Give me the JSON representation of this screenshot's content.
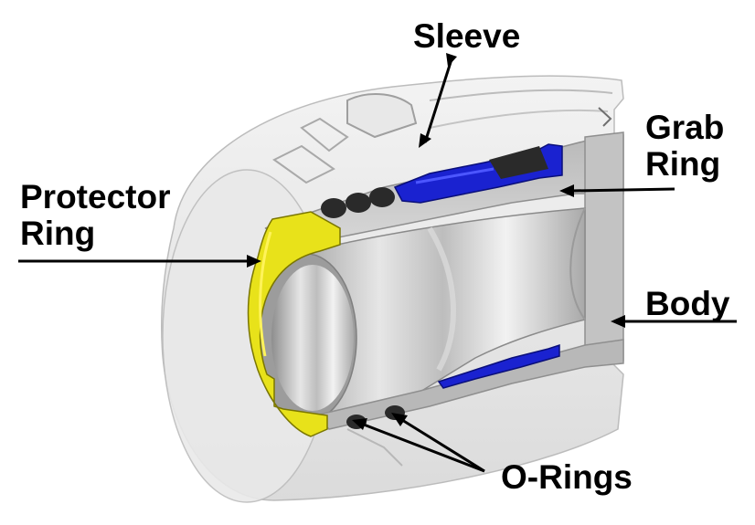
{
  "labels": {
    "sleeve": "Sleeve",
    "grab_ring": [
      "Grab",
      "Ring"
    ],
    "protector_ring": [
      "Protector",
      "Ring"
    ],
    "body": "Body",
    "o_rings": "O-Rings"
  },
  "colors": {
    "protector_ring": "#e8e21a",
    "grab_ring": "#1a22d0",
    "o_ring": "#2a2a2a",
    "body_metal": "#c9c9c9",
    "sleeve_translucent": "#e4e4e4",
    "arrow": "#000000"
  }
}
